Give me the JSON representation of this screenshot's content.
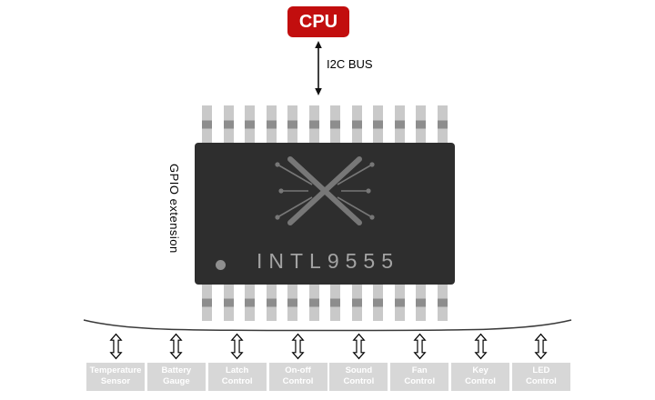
{
  "cpu": {
    "label": "CPU"
  },
  "bus": {
    "label": "I2C BUS"
  },
  "chip": {
    "name": "INTL9555",
    "side_label": "GPIO extension",
    "pins_per_side": 12
  },
  "peripherals": [
    {
      "line1": "Temperature",
      "line2": "Sensor"
    },
    {
      "line1": "Battery",
      "line2": "Gauge"
    },
    {
      "line1": "Latch",
      "line2": "Control"
    },
    {
      "line1": "On-off",
      "line2": "Control"
    },
    {
      "line1": "Sound",
      "line2": "Control"
    },
    {
      "line1": "Fan",
      "line2": "Control"
    },
    {
      "line1": "Key",
      "line2": "Control"
    },
    {
      "line1": "LED",
      "line2": "Control"
    }
  ],
  "colors": {
    "cpu_red": "#c20e0e",
    "chip_body": "#2e2e2e",
    "chip_text": "#a3a3a3",
    "pin_gray": "#c9c9c9",
    "pin_band": "#8d8d8d",
    "box_gray": "#d7d7d7",
    "box_text": "#ffffff",
    "line_black": "#222222"
  }
}
